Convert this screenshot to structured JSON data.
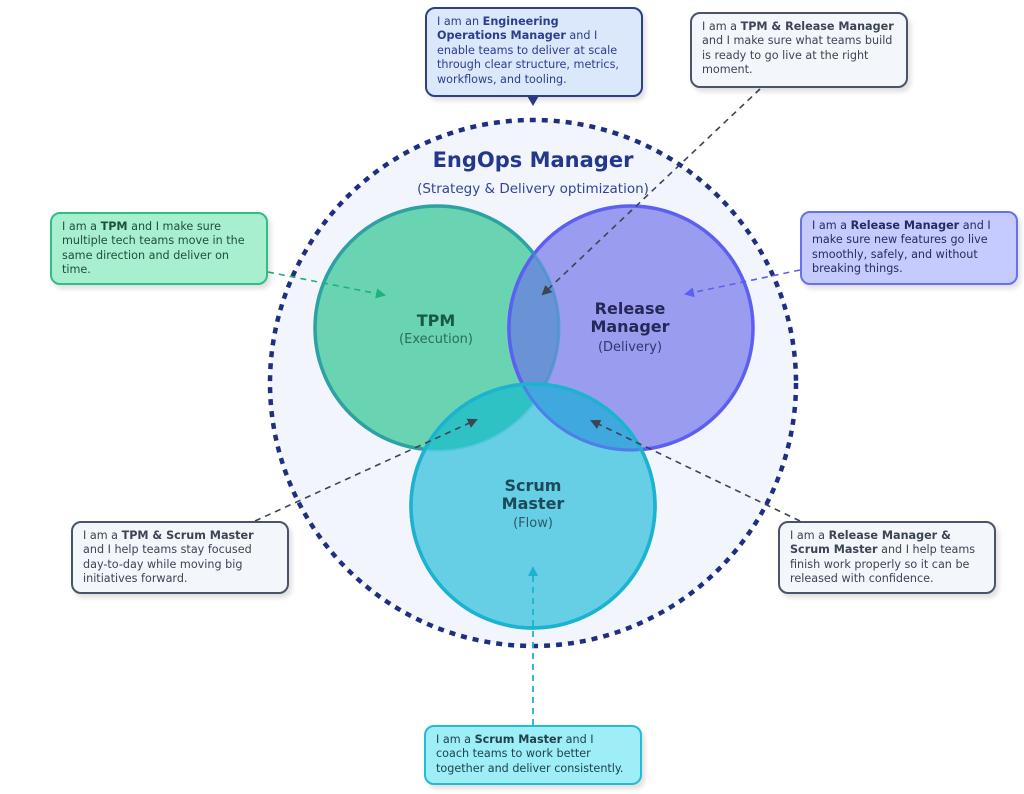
{
  "diagram": {
    "title": "EngOps Manager",
    "subtitle": "(Strategy & Delivery optimization)",
    "circles": {
      "tpm": {
        "label": "TPM",
        "sub": "(Execution)",
        "fill": "#69d3b2",
        "stroke": "#20b07a"
      },
      "release_manager": {
        "label_line1": "Release",
        "label_line2": "Manager",
        "sub": "(Delivery)",
        "fill": "#9a9cf0",
        "stroke": "#5c5ff0"
      },
      "scrum_master": {
        "label_line1": "Scrum",
        "label_line2": "Master",
        "sub": "(Flow)",
        "fill": "#60cde3",
        "stroke": "#1cb3d0"
      }
    },
    "outer_boundary_color": "#1f2f80",
    "outer_fill": "#f2f5fc"
  },
  "callouts": {
    "engops": {
      "prefix": "I am an ",
      "bold": "Engineering Operations Manager",
      "rest": " and I enable teams to deliver at scale through clear structure, metrics, workflows, and tooling."
    },
    "tpm_release": {
      "prefix": "I am a ",
      "bold": "TPM & Release Manager",
      "rest": " and I make sure what teams build is ready to go live at the right moment."
    },
    "tpm": {
      "prefix": "I am a ",
      "bold": "TPM",
      "rest": " and I make sure multiple tech teams move in the same direction and deliver on time."
    },
    "release": {
      "prefix": "I am a ",
      "bold": "Release Manager",
      "rest": " and I make sure new features go live smoothly, safely, and without breaking things."
    },
    "tpm_scrum": {
      "prefix": "I am a ",
      "bold": "TPM & Scrum Master",
      "rest": " and I help teams stay focused day-to-day while moving big initiatives forward."
    },
    "release_scrum": {
      "prefix": "I am a ",
      "bold": "Release Manager & Scrum Master",
      "rest": " and I help teams finish work properly so it can be released with confidence."
    },
    "scrum": {
      "prefix": "I am a ",
      "bold": "Scrum Master",
      "rest": " and I coach teams to work better together and deliver consistently."
    }
  }
}
